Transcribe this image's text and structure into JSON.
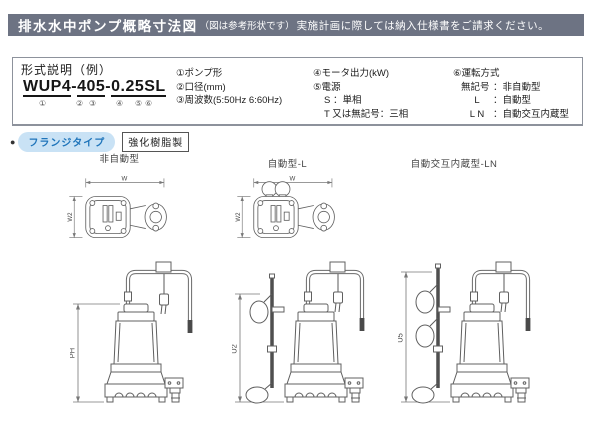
{
  "header": {
    "title": "排水水中ポンプ概略寸法図",
    "title_note": "（図は参考形状です）",
    "notice": "実施計画に際しては納入仕様書をご請求ください。"
  },
  "model_box": {
    "heading": "形式説明（例）",
    "model": {
      "seg1": "WUP4",
      "hyphen": "-",
      "seg2": "405",
      "seg3": "0.25SL"
    },
    "markers": {
      "m1": "①",
      "m2": "②",
      "m3": "③",
      "m4": "④",
      "m5": "⑤",
      "m6": "⑥"
    },
    "legend1": {
      "item1": "①ポンプ形",
      "item2": "②口径(mm)",
      "item3": "③周波数(5:50Hz 6:60Hz)"
    },
    "legend2": {
      "title1": "④モータ出力(kW)",
      "title2": "⑤電源",
      "rows": [
        "S ：単相",
        "T 又は無記号：三相"
      ]
    },
    "legend3": {
      "title": "⑥運転方式",
      "rows": [
        {
          "key": "無記号",
          "value": "：非自動型"
        },
        {
          "key": "L",
          "value": "：自動型"
        },
        {
          "key": "L N",
          "value": "：自動交互内蔵型"
        }
      ]
    }
  },
  "section": {
    "bullet": "●",
    "badge": "フランジタイプ",
    "tag": "強化樹脂製"
  },
  "diagrams": {
    "captions": {
      "c1": "非自動型",
      "c2": "自動型-L",
      "c3": "自動交互内蔵型-LN"
    },
    "dims": {
      "w": "W",
      "w2": "W2",
      "ph": "PH",
      "u2": "U2",
      "u5": "U5"
    }
  },
  "colors": {
    "header_bar": "#6d7383",
    "badge_bg": "#c9e2f5",
    "badge_text": "#1e74ba"
  }
}
